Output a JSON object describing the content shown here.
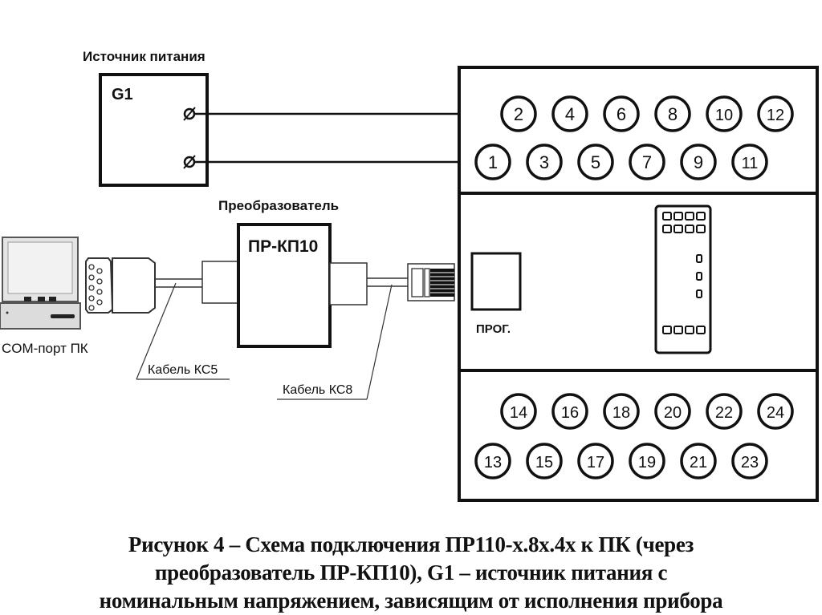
{
  "power_source": {
    "title": "Источник питания",
    "designator": "G1"
  },
  "converter": {
    "title": "Преобразователь",
    "model": "ПР-КП10"
  },
  "pc": {
    "label": "COM-порт ПК"
  },
  "cables": {
    "left": "Кабель КС5",
    "right": "Кабель КС8"
  },
  "device": {
    "prog_label": "ПРОГ.",
    "top_terminals": {
      "upper_row": [
        "2",
        "4",
        "6",
        "8",
        "10",
        "12"
      ],
      "lower_row": [
        "1",
        "3",
        "5",
        "7",
        "9",
        "11"
      ]
    },
    "bottom_terminals": {
      "upper_row": [
        "14",
        "16",
        "18",
        "20",
        "22",
        "24"
      ],
      "lower_row": [
        "13",
        "15",
        "17",
        "19",
        "21",
        "23"
      ]
    }
  },
  "caption": {
    "line1": "Рисунок 4 – Схема подключения ПР110-х.8х.4х к ПК (через",
    "line2": "преобразователь ПР-КП10), G1 – источник питания с",
    "line3": "номинальным напряжением, зависящим от исполнения прибора"
  }
}
